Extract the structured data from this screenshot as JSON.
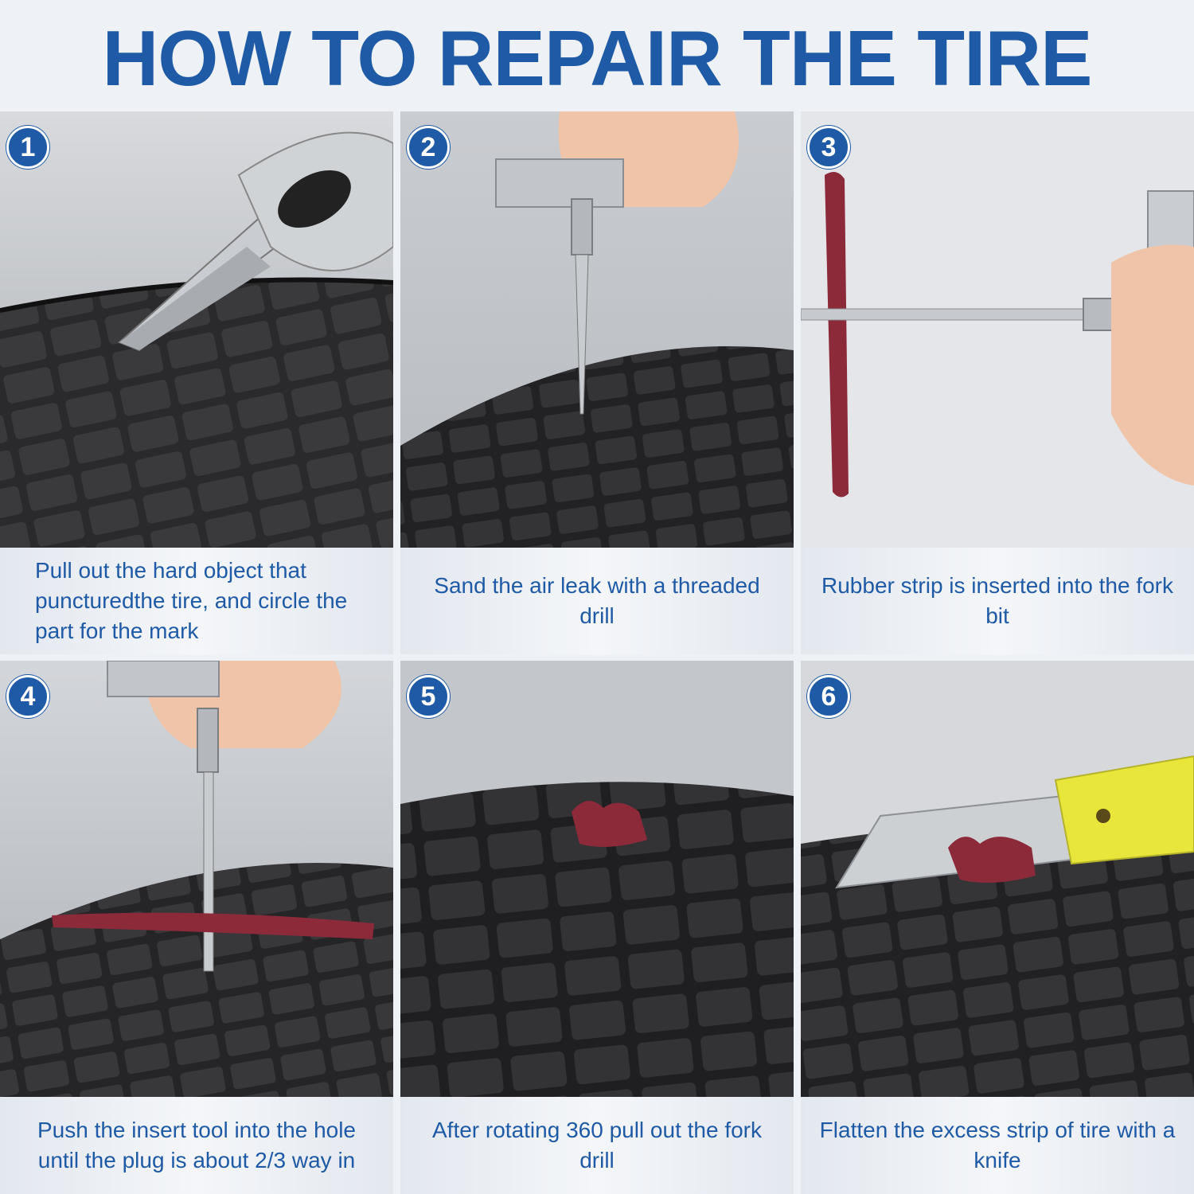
{
  "title": "HOW TO REPAIR THE TIRE",
  "steps": [
    {
      "number": "1",
      "caption": "Pull out the hard object that puncturedthe tire, and circle the part for the mark"
    },
    {
      "number": "2",
      "caption": "Sand the air leak with a threaded drill"
    },
    {
      "number": "3",
      "caption": "Rubber strip is inserted into the fork bit"
    },
    {
      "number": "4",
      "caption": "Push the insert tool into the hole until the plug is about 2/3 way in"
    },
    {
      "number": "5",
      "caption": "After rotating 360 pull out the fork drill"
    },
    {
      "number": "6",
      "caption": "Flatten the excess strip of tire with a knife"
    }
  ],
  "colors": {
    "accent": "#1f5aa6",
    "tire": "#1c1c1e",
    "rubber_strip": "#8c2a3a"
  }
}
